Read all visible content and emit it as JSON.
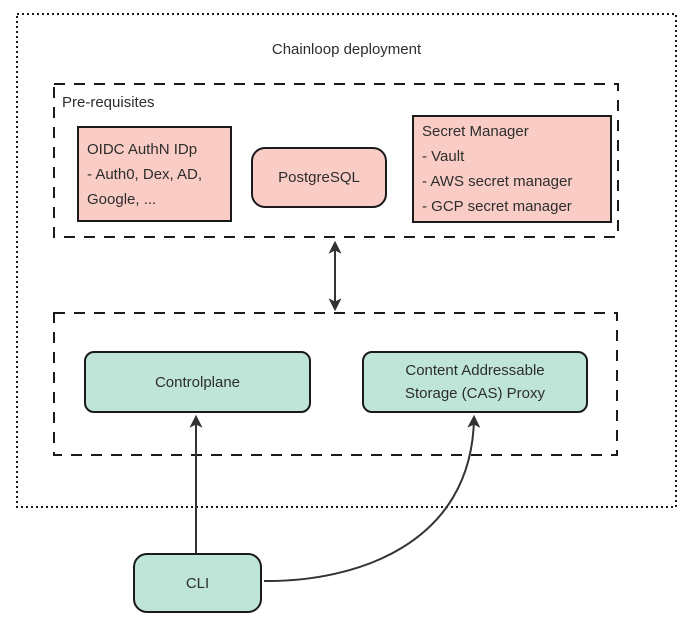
{
  "diagram": {
    "title": "Chainloop deployment",
    "prerequisites": {
      "label": "Pre-requisites",
      "oidc_idp": {
        "lines": [
          "OIDC AuthN IDp",
          "- Auth0, Dex, AD,",
          "Google, ..."
        ]
      },
      "postgresql": {
        "label": "PostgreSQL"
      },
      "secret_manager": {
        "lines": [
          "Secret Manager",
          "- Vault",
          "- AWS secret manager",
          "- GCP secret manager"
        ]
      }
    },
    "deployment_services": {
      "controlplane": {
        "label": "Controlplane"
      },
      "cas_proxy": {
        "lines": [
          "Content Addressable",
          "Storage (CAS) Proxy"
        ]
      }
    },
    "client": {
      "cli": {
        "label": "CLI"
      }
    },
    "connections": [
      {
        "from": "prerequisites-group",
        "to": "deployment-services-group",
        "type": "bidirectional-arrow"
      },
      {
        "from": "cli",
        "to": "controlplane",
        "type": "arrow"
      },
      {
        "from": "cli",
        "to": "cas_proxy",
        "type": "curved-arrow"
      }
    ],
    "colors": {
      "prerequisite_node_fill": "#f9cdc5",
      "service_node_fill": "#bfe5d8",
      "node_border": "#1a1a1a",
      "container_border": "#1a1a1a",
      "arrow": "#333333",
      "text": "#2d2d2d",
      "background": "#ffffff"
    }
  }
}
